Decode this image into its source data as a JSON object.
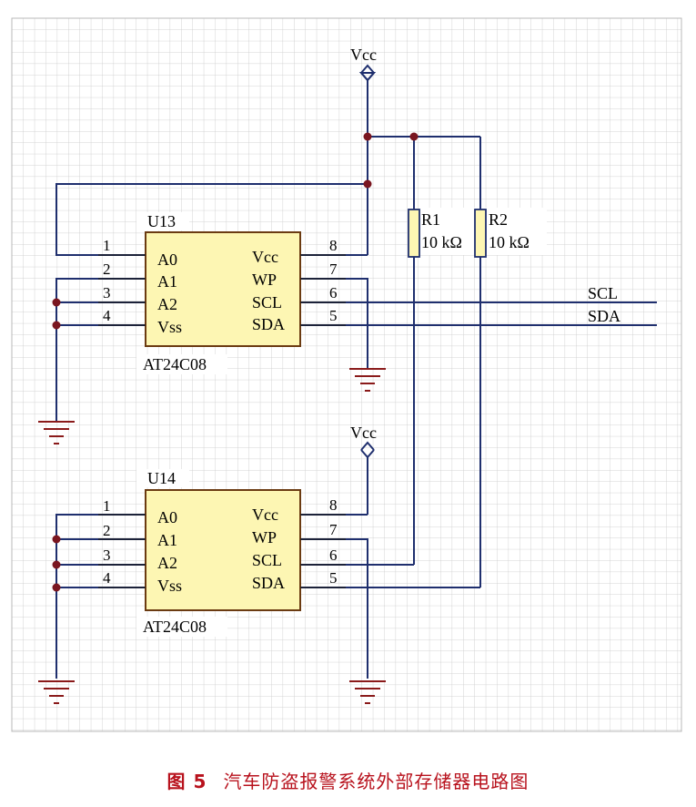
{
  "caption": {
    "figure_label": "图 5",
    "text": "汽车防盗报警系统外部存储器电路图"
  },
  "power": [
    {
      "label": "Vcc"
    },
    {
      "label": "Vcc"
    }
  ],
  "chips": [
    {
      "ref": "U13",
      "part": "AT24C08",
      "left_pins": [
        {
          "num": "1",
          "name": "A0"
        },
        {
          "num": "2",
          "name": "A1"
        },
        {
          "num": "3",
          "name": "A2"
        },
        {
          "num": "4",
          "name": "Vss"
        }
      ],
      "right_pins": [
        {
          "num": "8",
          "name": "Vcc"
        },
        {
          "num": "7",
          "name": "WP"
        },
        {
          "num": "6",
          "name": "SCL"
        },
        {
          "num": "5",
          "name": "SDA"
        }
      ]
    },
    {
      "ref": "U14",
      "part": "AT24C08",
      "left_pins": [
        {
          "num": "1",
          "name": "A0"
        },
        {
          "num": "2",
          "name": "A1"
        },
        {
          "num": "3",
          "name": "A2"
        },
        {
          "num": "4",
          "name": "Vss"
        }
      ],
      "right_pins": [
        {
          "num": "8",
          "name": "Vcc"
        },
        {
          "num": "7",
          "name": "WP"
        },
        {
          "num": "6",
          "name": "SCL"
        },
        {
          "num": "5",
          "name": "SDA"
        }
      ]
    }
  ],
  "resistors": [
    {
      "ref": "R1",
      "value": "10 kΩ"
    },
    {
      "ref": "R2",
      "value": "10 kΩ"
    }
  ],
  "nets": {
    "scl": "SCL",
    "sda": "SDA"
  },
  "colors": {
    "wire": "#1f2f6e",
    "chip_fill": "#fdf6b3",
    "chip_border": "#6b3b12",
    "junction": "#7a1620",
    "ground": "#8a1a1a",
    "caption": "#b8121d",
    "grid": "#c9c9c9"
  }
}
